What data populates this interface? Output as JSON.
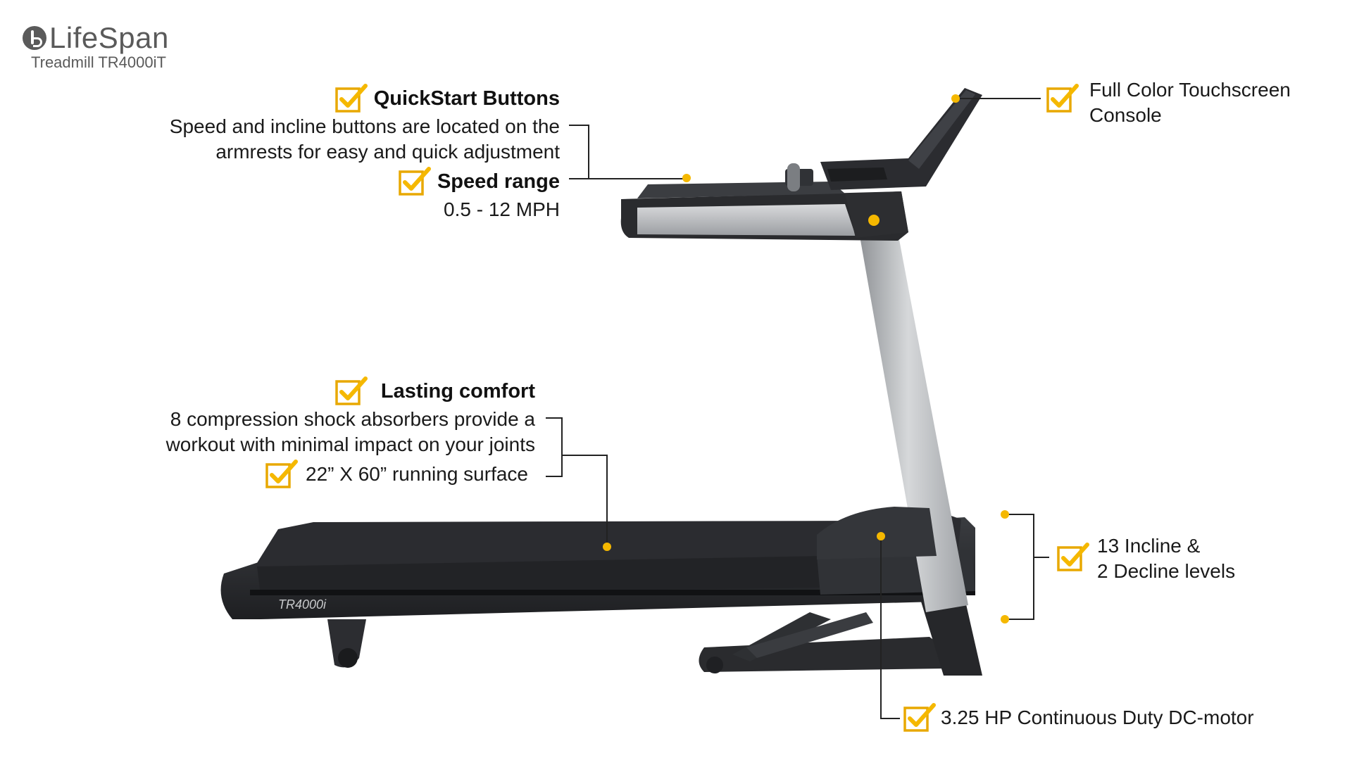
{
  "brand": {
    "name": "LifeSpan",
    "model": "Treadmill TR4000iT"
  },
  "features": {
    "quickstart_title": "QuickStart Buttons",
    "quickstart_line1": "Speed and incline buttons are located on the",
    "quickstart_line2": "armrests for easy and quick adjustment",
    "speed_title": "Speed range",
    "speed_value": "0.5 - 12 MPH",
    "console_line1": "Full Color Touchscreen",
    "console_line2": "Console",
    "comfort_title": "Lasting comfort",
    "comfort_line1": "8 compression shock absorbers provide a",
    "comfort_line2": "workout with minimal impact on your joints",
    "surface": "22” X 60” running surface",
    "incline_line1": "13 Incline &",
    "incline_line2": "2 Decline levels",
    "motor": "3.25 HP Continuous Duty DC-motor"
  },
  "product_label": "TR4000i",
  "colors": {
    "accent": "#f5b800",
    "check_box": "#e8a800",
    "frame_dark": "#2b2d31",
    "frame_silver": "#b9bcbf"
  },
  "icons": [
    "check-icon",
    "logo-icon"
  ]
}
